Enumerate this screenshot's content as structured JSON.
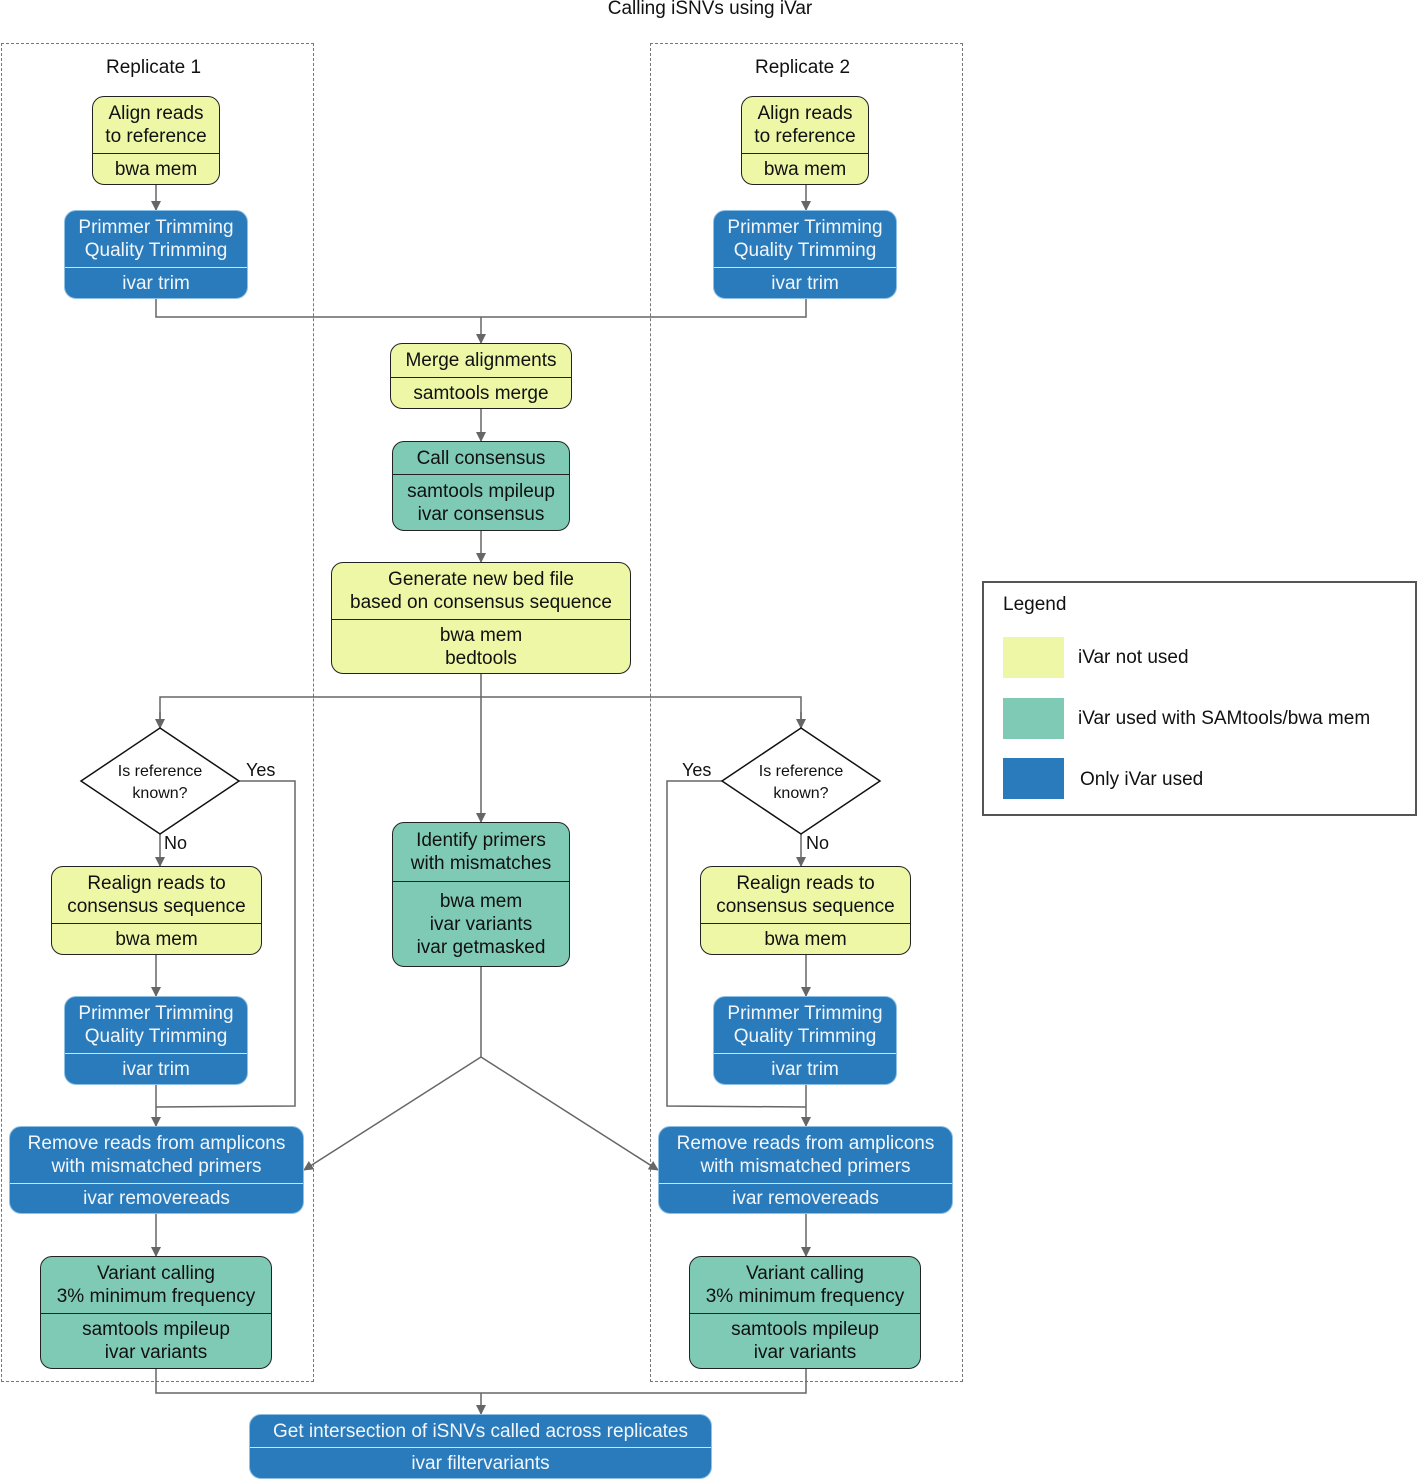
{
  "title": "Calling iSNVs using iVar",
  "replicates": [
    "Replicate 1",
    "Replicate 2"
  ],
  "colors": {
    "ivar_not_used": "#eef7a6",
    "ivar_with_samtools": "#7fcab5",
    "only_ivar": "#2a7bbb"
  },
  "nodes": {
    "align": {
      "top": [
        "Align reads",
        "to reference"
      ],
      "bot": [
        "bwa mem"
      ]
    },
    "trim": {
      "top": [
        "Primmer Trimming",
        "Quality Trimming"
      ],
      "bot": [
        "ivar trim"
      ]
    },
    "merge": {
      "top": [
        "Merge alignments"
      ],
      "bot": [
        "samtools merge"
      ]
    },
    "consensus": {
      "top": [
        "Call consensus"
      ],
      "bot": [
        "samtools mpileup",
        "ivar consensus"
      ]
    },
    "bed": {
      "top": [
        "Generate new bed file",
        "based on consensus sequence"
      ],
      "bot": [
        "bwa mem",
        "bedtools"
      ]
    },
    "identify": {
      "top": [
        "Identify primers",
        "with mismatches"
      ],
      "bot": [
        "bwa mem",
        "ivar variants",
        "ivar getmasked"
      ]
    },
    "realign": {
      "top": [
        "Realign reads to",
        "consensus sequence"
      ],
      "bot": [
        "bwa mem"
      ]
    },
    "remove": {
      "top": [
        "Remove reads from amplicons",
        "with mismatched primers"
      ],
      "bot": [
        "ivar removereads"
      ]
    },
    "variant": {
      "top": [
        "Variant calling",
        "3% minimum frequency"
      ],
      "bot": [
        "samtools mpileup",
        "ivar variants"
      ]
    },
    "intersect": {
      "top": [
        "Get intersection of iSNVs called across replicates"
      ],
      "bot": [
        "ivar filtervariants"
      ]
    }
  },
  "decision": {
    "text": [
      "Is reference",
      "known?"
    ],
    "yes": "Yes",
    "no": "No"
  },
  "legend": {
    "title": "Legend",
    "items": [
      "iVar not used",
      "iVar used with SAMtools/bwa mem",
      "Only iVar used"
    ]
  }
}
